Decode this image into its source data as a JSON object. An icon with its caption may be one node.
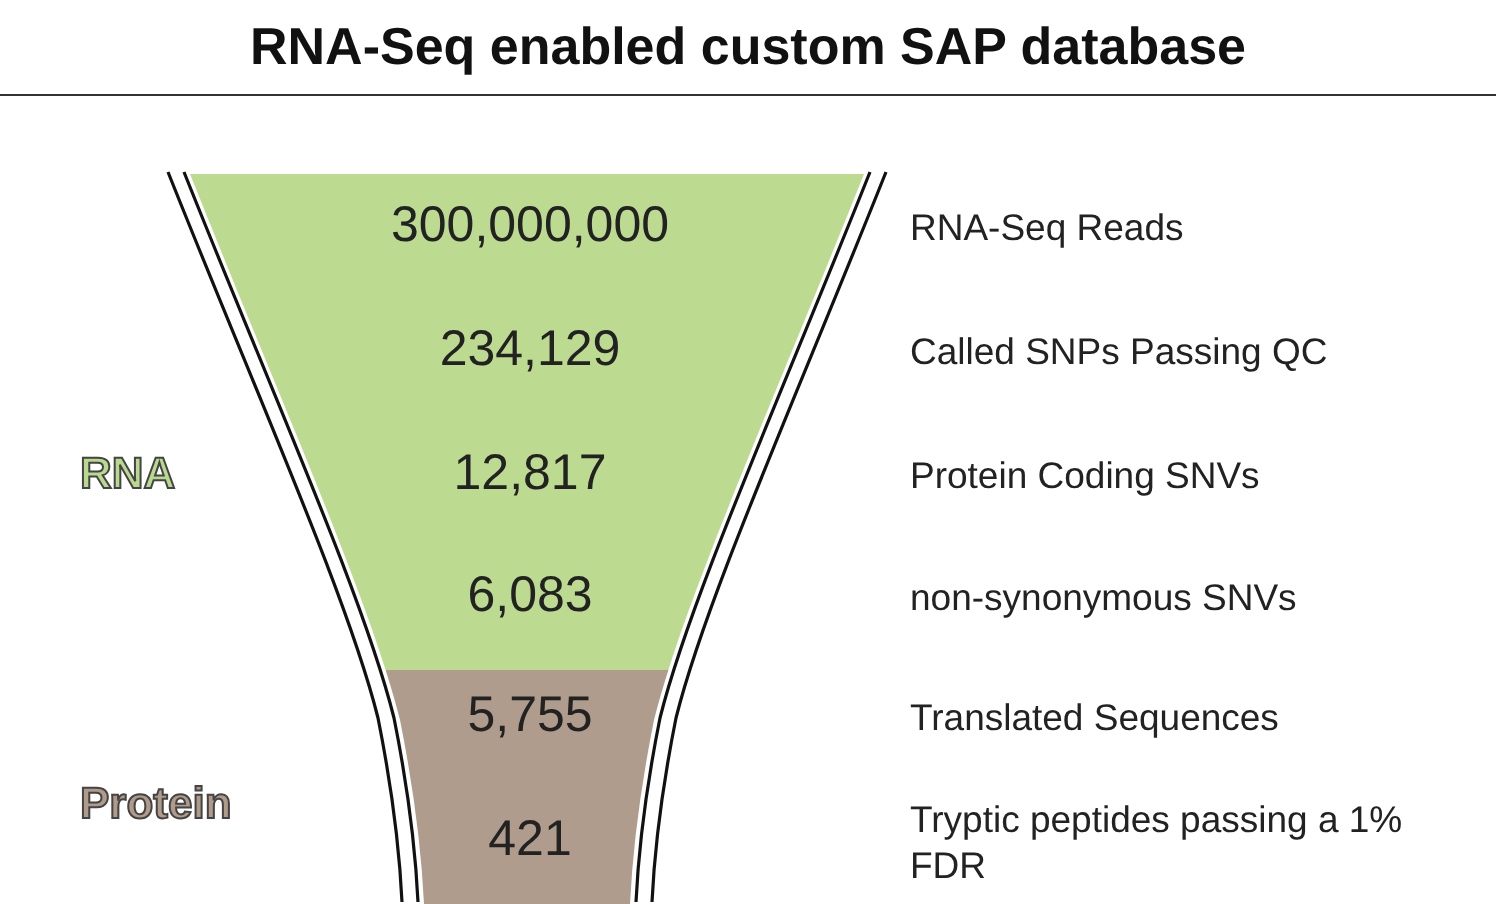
{
  "diagram": {
    "title": "RNA-Seq enabled custom SAP database",
    "nodes": [
      {
        "text": [
          "300,000,000",
          "234,129",
          "12,817",
          "6,083"
        ],
        "beside": [
          "RNA"
        ]
      },
      {
        "text": [
          "5,755",
          "421"
        ],
        "beside": [
          "Protein"
        ]
      }
    ],
    "edges": [],
    "labels": [
      "RNA-Seq Reads",
      "Called SNPs Passing QC",
      "Protein Coding SNVs",
      "non-synonymous SNVs",
      "Translated Sequences",
      "Tryptic peptides passing a 1% FDR"
    ]
  }
}
